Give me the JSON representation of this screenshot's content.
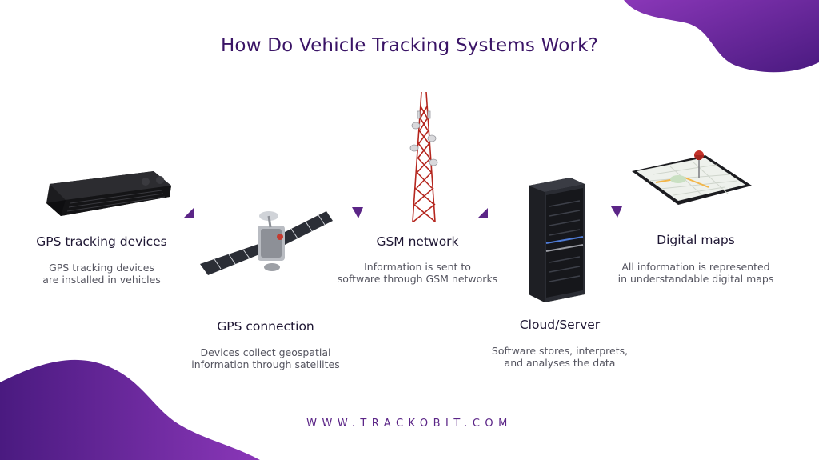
{
  "title": "How Do Vehicle Tracking Systems Work?",
  "steps": [
    {
      "id": "gps-tracking-devices",
      "title": "GPS tracking devices",
      "desc": [
        "GPS tracking devices",
        "are installed in vehicles"
      ]
    },
    {
      "id": "gps-connection",
      "title": "GPS connection",
      "desc": [
        "Devices collect geospatial",
        "information through satellites"
      ]
    },
    {
      "id": "gsm-network",
      "title": "GSM network",
      "desc": [
        "Information is sent to",
        "software through GSM networks"
      ]
    },
    {
      "id": "cloud-server",
      "title": "Cloud/Server",
      "desc": [
        "Software stores, interprets,",
        "and analyses the data"
      ]
    },
    {
      "id": "digital-maps",
      "title": "Digital maps",
      "desc": [
        "All information is represented",
        "in understandable digital maps"
      ]
    }
  ],
  "footer": "WWW.TRACKOBIT.COM",
  "colors": {
    "brand": "#5b2587",
    "brand_dark": "#3a1466",
    "blob_light": "#8a37b8",
    "blob_dark": "#4a1a80",
    "tower": "#b5261e"
  }
}
